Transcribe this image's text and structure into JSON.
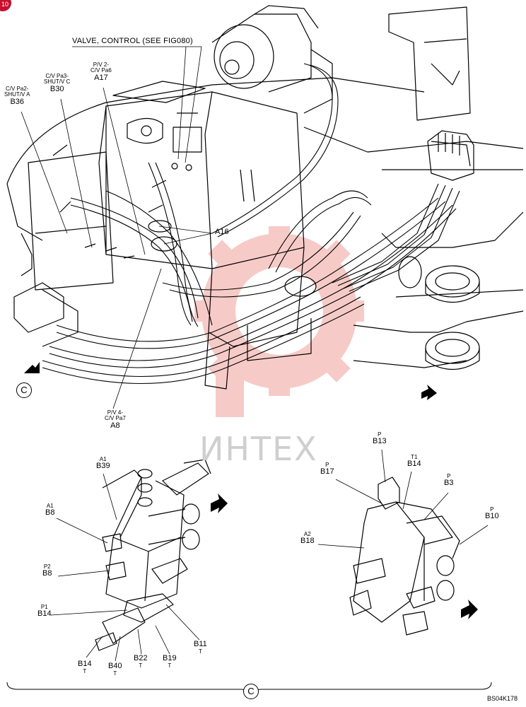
{
  "page_badge": "10",
  "reference_code": "BS04K178",
  "watermark": "ИНТЕХ",
  "detail_marker": "C",
  "callouts": {
    "valve": "VALVE, CONTROL (SEE FIG080)",
    "B36": {
      "top": "C/V Pa2-",
      "mid": "SHUT/V A",
      "code": "B36"
    },
    "B30": {
      "top": "C/V Pa3-",
      "mid": "SHUT/V C",
      "code": "B30"
    },
    "A17": {
      "top": "P/V 2-",
      "mid": "C/V Pa6",
      "code": "A17"
    },
    "A16": {
      "code": "A16"
    },
    "A8": {
      "top": "P/V 4-",
      "mid": "C/V Pa7",
      "code": "A8"
    },
    "B39": {
      "top": "A1",
      "code": "B39"
    },
    "B8a": {
      "top": "A1",
      "code": "B8"
    },
    "B8b": {
      "top": "P2",
      "code": "B8"
    },
    "B14a": {
      "top": "P1",
      "code": "B14"
    },
    "B14b": {
      "code": "B14",
      "sub": "T"
    },
    "B40": {
      "code": "B40",
      "sub": "T"
    },
    "B22": {
      "code": "B22",
      "sub": "T"
    },
    "B19": {
      "code": "B19",
      "sub": "T"
    },
    "B11": {
      "code": "B11",
      "sub": "T"
    },
    "B13": {
      "top": "P",
      "code": "B13"
    },
    "B17": {
      "top": "P",
      "code": "B17"
    },
    "B14c": {
      "top": "T1",
      "code": "B14"
    },
    "B3": {
      "top": "P",
      "code": "B3"
    },
    "B10": {
      "top": "P",
      "code": "B10"
    },
    "B18": {
      "top": "A2",
      "code": "B18"
    }
  }
}
